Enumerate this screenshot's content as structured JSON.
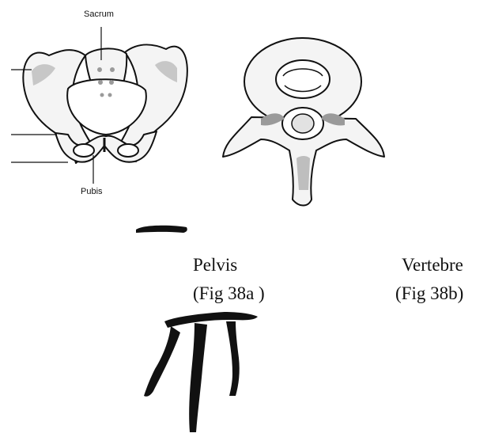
{
  "pelvis_figure": {
    "label_top": "Sacrum",
    "label_bottom": "Pubis",
    "caption": "Pelvis",
    "fig_ref": "(Fig 38a )"
  },
  "vertebra_figure": {
    "caption": "Vertebre",
    "fig_ref": "(Fig 38b)"
  },
  "colors": {
    "ink": "#111111",
    "bone_fill": "#f4f4f4",
    "shade": "#9a9a9a"
  }
}
